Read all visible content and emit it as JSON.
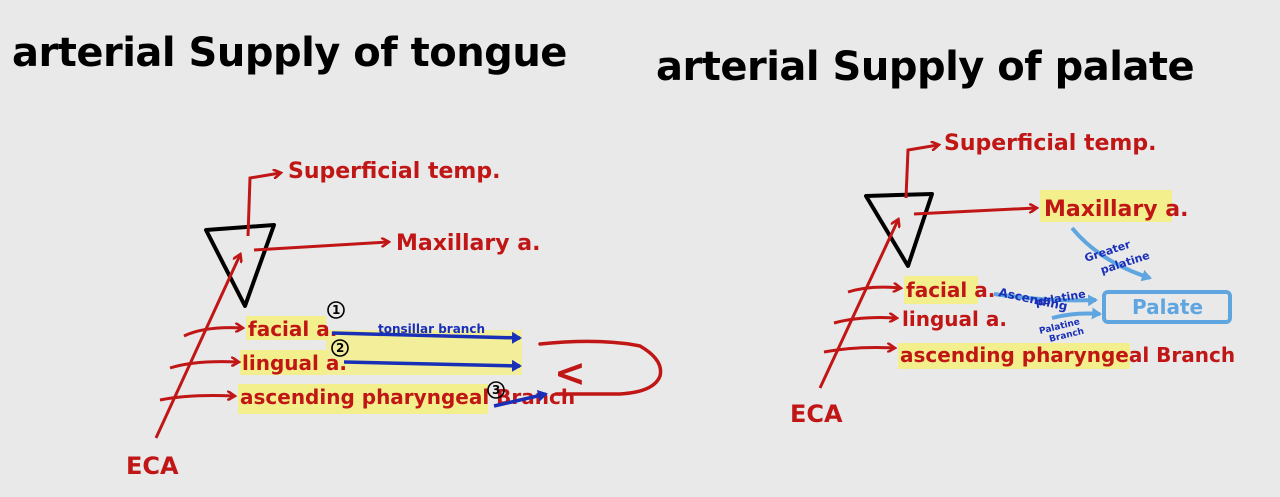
{
  "tongue": {
    "title": "arterial Supply of tongue",
    "eca": "ECA",
    "superficial_temporal": "Superficial temp.",
    "maxillary": "Maxillary a.",
    "facial": "facial a.",
    "lingual": "lingual a.",
    "ascending_pharyngeal": "ascending pharyngeal Branch",
    "tonsillar_branch": "tonsillar branch",
    "num_1": "1",
    "num_2": "2",
    "num_3": "3",
    "tongue_symbol": "<"
  },
  "palate": {
    "title": "arterial Supply of palate",
    "eca": "ECA",
    "superficial_temporal": "Superficial temp.",
    "maxillary": "Maxillary a.",
    "facial": "facial a.",
    "lingual": "lingual a.",
    "ascending_pharyngeal": "ascending pharyngeal Branch",
    "greater_palatine_1": "Greater",
    "greater_palatine_2": "palatine",
    "ascending_palatine_1": "Ascending",
    "ascending_palatine_2": "palatine",
    "palatine_branch_1": "Palatine",
    "palatine_branch_2": "Branch",
    "palate_box": "Palate"
  },
  "colors": {
    "red": "#c01616",
    "dark_blue": "#1a2fb8",
    "light_blue": "#5fa6e0",
    "highlight": "#f3ef8c",
    "black": "#000000"
  }
}
